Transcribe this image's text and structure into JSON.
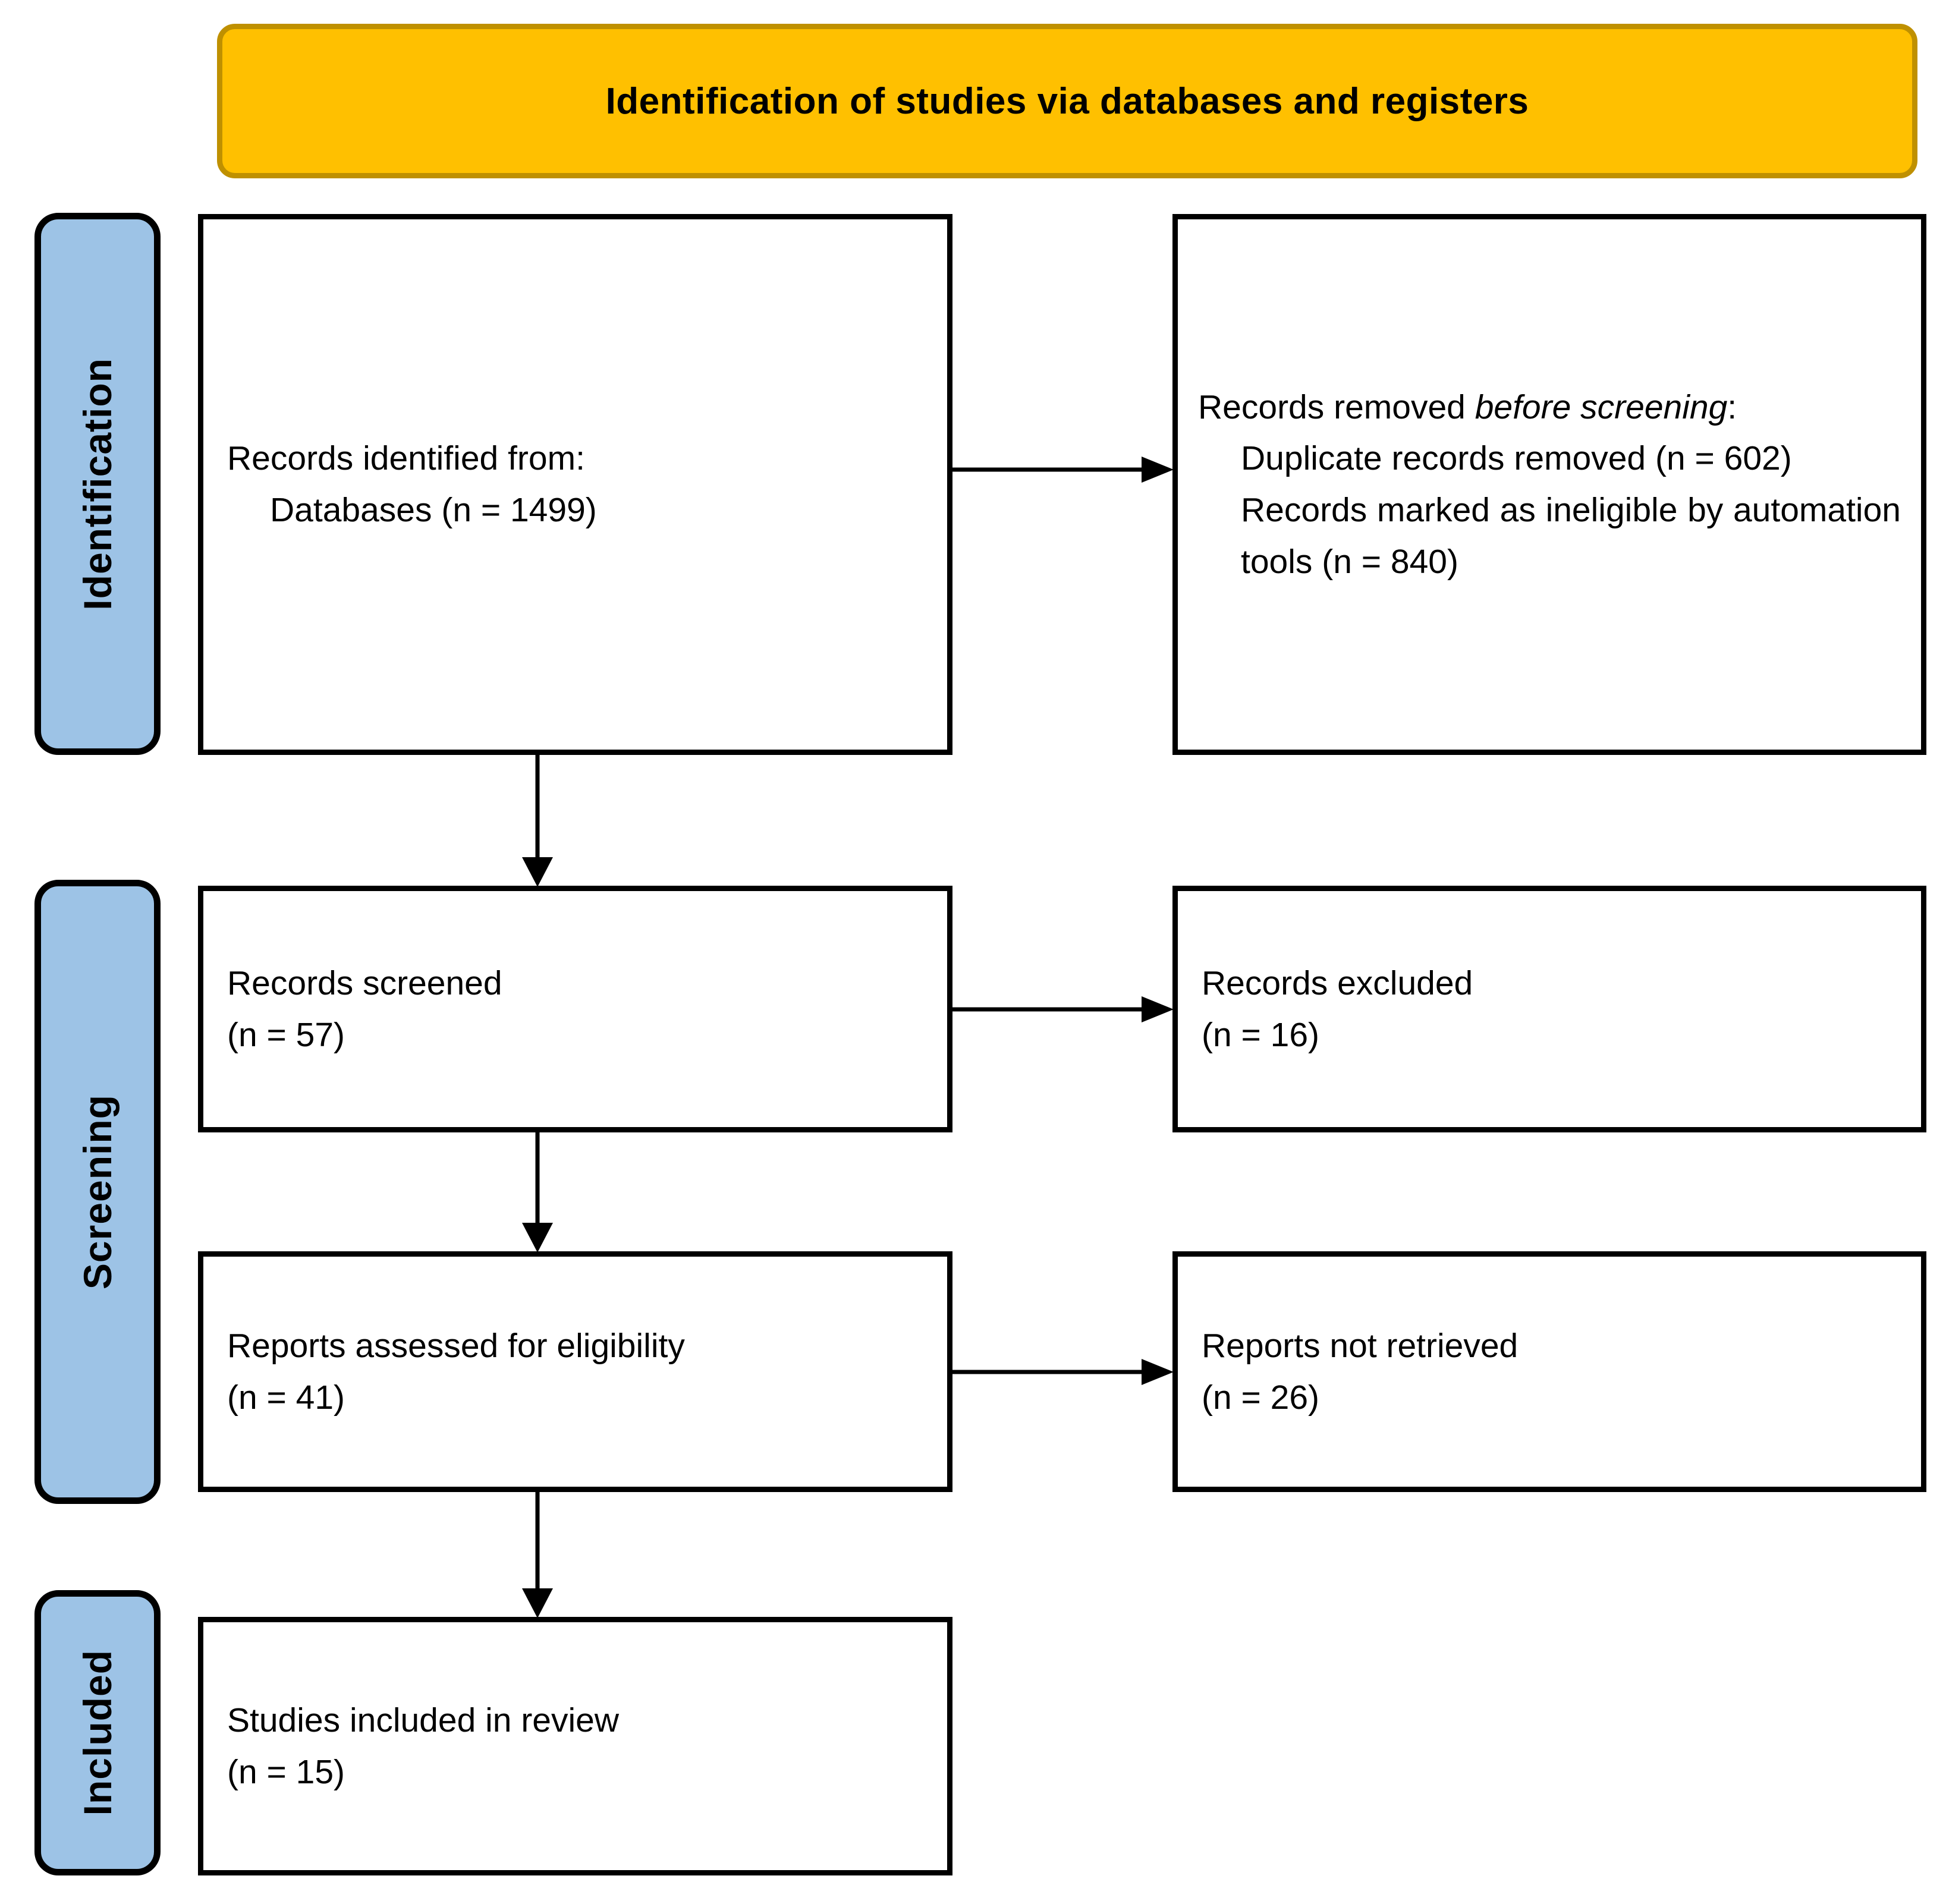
{
  "banner": {
    "title": "Identification of studies via databases and registers",
    "fill": "#FFC000",
    "border": "#BF9000"
  },
  "stages": [
    {
      "id": "identification",
      "label": "Identification",
      "fill": "#9DC3E6"
    },
    {
      "id": "screening",
      "label": "Screening",
      "fill": "#9DC3E6"
    },
    {
      "id": "included",
      "label": "Included",
      "fill": "#9DC3E6"
    }
  ],
  "boxes": {
    "identified": {
      "line1": "Records identified from:",
      "line2": "Databases (n = 1499)"
    },
    "removed": {
      "line1_prefix": "Records removed ",
      "line1_italic": "before screening",
      "line1_suffix": ":",
      "line2": "Duplicate records removed  (n = 602)",
      "line3": "Records marked as ineligible by automation tools (n = 840)"
    },
    "screened": {
      "line1": "Records screened",
      "line2": "(n = 57)"
    },
    "excluded": {
      "line1": "Records excluded",
      "line2": "(n = 16)"
    },
    "assessed": {
      "line1": "Reports assessed for eligibility",
      "line2": "(n = 41)"
    },
    "not_retrieved": {
      "line1": "Reports not retrieved",
      "line2": "(n = 26)"
    },
    "included": {
      "line1": "Studies included in review",
      "line2": "(n = 15)"
    }
  },
  "arrows": [
    {
      "id": "identified-to-removed",
      "direction": "right"
    },
    {
      "id": "identified-to-screened",
      "direction": "down"
    },
    {
      "id": "screened-to-excluded",
      "direction": "right"
    },
    {
      "id": "screened-to-assessed",
      "direction": "down"
    },
    {
      "id": "assessed-to-not-retrieved",
      "direction": "right"
    },
    {
      "id": "assessed-to-included",
      "direction": "down"
    }
  ],
  "chart_data": {
    "type": "diagram",
    "title": "Identification of studies via databases and registers",
    "nodes": [
      {
        "stage": "Identification",
        "label": "Records identified from: Databases",
        "n": 1499
      },
      {
        "stage": "Identification",
        "label": "Duplicate records removed",
        "n": 602
      },
      {
        "stage": "Identification",
        "label": "Records marked as ineligible by automation tools",
        "n": 840
      },
      {
        "stage": "Screening",
        "label": "Records screened",
        "n": 57
      },
      {
        "stage": "Screening",
        "label": "Records excluded",
        "n": 16
      },
      {
        "stage": "Screening",
        "label": "Reports assessed for eligibility",
        "n": 41
      },
      {
        "stage": "Screening",
        "label": "Reports not retrieved",
        "n": 26
      },
      {
        "stage": "Included",
        "label": "Studies included in review",
        "n": 15
      }
    ]
  }
}
